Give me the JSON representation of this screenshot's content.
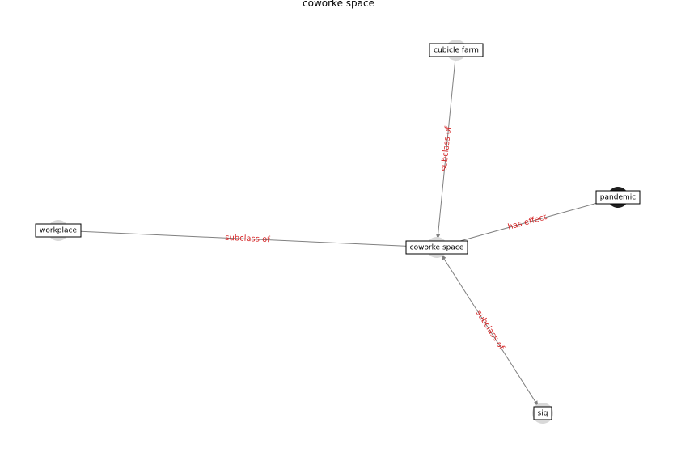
{
  "title": "coworke space",
  "nodes": [
    {
      "id": "coworke_space",
      "label": "coworke space",
      "fill": "#d9d9d9"
    },
    {
      "id": "cubicle_farm",
      "label": "cubicle farm",
      "fill": "#d9d9d9"
    },
    {
      "id": "pandemic",
      "label": "pandemic",
      "fill": "#1f1f1f"
    },
    {
      "id": "workplace",
      "label": "workplace",
      "fill": "#d9d9d9"
    },
    {
      "id": "siq",
      "label": "siq",
      "fill": "#d9d9d9"
    }
  ],
  "edges": [
    {
      "source": "cubicle_farm",
      "target": "coworke_space",
      "label": "subclass of",
      "arrow_at": "target"
    },
    {
      "source": "coworke_space",
      "target": "pandemic",
      "label": "has effect",
      "arrow_at": "none"
    },
    {
      "source": "workplace",
      "target": "coworke_space",
      "label": "subclass of",
      "arrow_at": "none"
    },
    {
      "source": "siq",
      "target": "coworke_space",
      "label": "subclass of",
      "arrow_at": "both"
    }
  ],
  "colors": {
    "edge": "#808080",
    "edge_label": "#d62728",
    "node_border": "#000000",
    "label_bg": "#ffffff"
  }
}
